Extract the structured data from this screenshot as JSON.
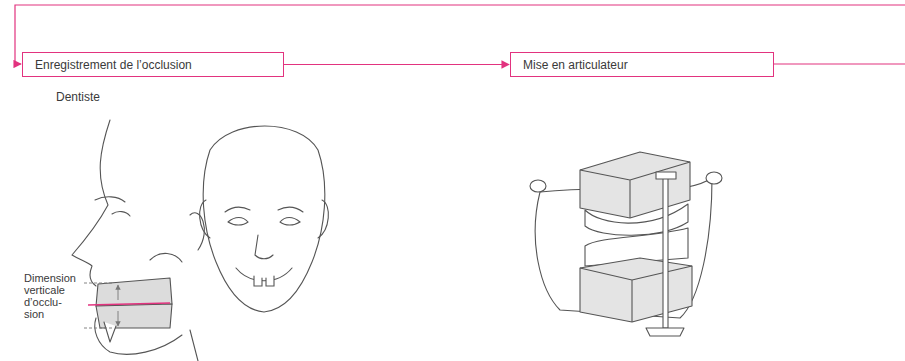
{
  "diagram": {
    "nodes": [
      {
        "text": [
          "Enregistrement de l’occlusion"
        ]
      },
      {
        "text": [
          "Mise en articulateur"
        ]
      }
    ],
    "edges": [
      {
        "from": 0,
        "to": 1,
        "arrow": "to"
      }
    ],
    "labels": [
      "Dentiste",
      "Dimension verticale d’occlu- sion"
    ]
  }
}
